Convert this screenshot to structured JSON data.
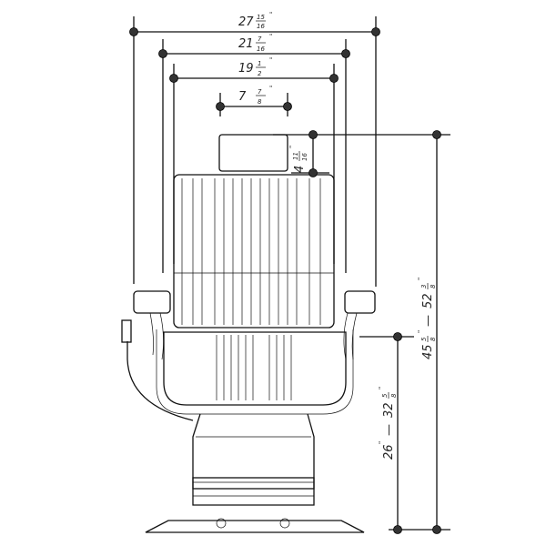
{
  "dimensions": {
    "overall_width": {
      "whole": "27",
      "num": "15",
      "den": "16",
      "unit": "\""
    },
    "arm_width": {
      "whole": "21",
      "num": "7",
      "den": "16",
      "unit": "\""
    },
    "back_width": {
      "whole": "19",
      "num": "1",
      "den": "2",
      "unit": "\""
    },
    "headrest_width": {
      "whole": "7",
      "num": "7",
      "den": "8",
      "unit": "\""
    },
    "headrest_height": {
      "whole": "4",
      "num": "11",
      "den": "16",
      "unit": "\""
    },
    "total_height": {
      "min_whole": "45",
      "min_num": "5",
      "min_den": "8",
      "sep": "—",
      "max_whole": "52",
      "max_num": "3",
      "max_den": "8",
      "unit": "\""
    },
    "seat_height": {
      "min_whole": "26",
      "sep": "—",
      "max_whole": "32",
      "max_num": "5",
      "max_den": "8",
      "unit": "\""
    }
  }
}
